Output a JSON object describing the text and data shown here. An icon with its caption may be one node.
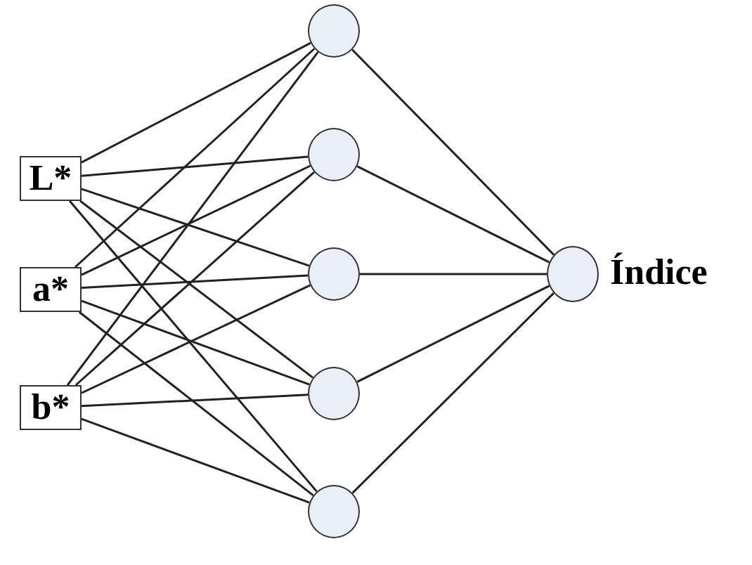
{
  "diagram": {
    "nodes": [
      {
        "text": [
          "L*"
        ]
      },
      {
        "text": [
          "a*"
        ]
      },
      {
        "text": [
          "b*"
        ]
      },
      {
        "text": [],
        "shape": "circle"
      },
      {
        "text": [],
        "shape": "circle"
      },
      {
        "text": [],
        "shape": "circle"
      },
      {
        "text": [],
        "shape": "circle"
      },
      {
        "text": [],
        "shape": "circle"
      },
      {
        "text": [],
        "shape": "circle",
        "beside": [
          "Índice"
        ]
      }
    ],
    "edges": [
      {
        "from": 0,
        "to": 3,
        "arrow": "none"
      },
      {
        "from": 0,
        "to": 4,
        "arrow": "none"
      },
      {
        "from": 0,
        "to": 5,
        "arrow": "none"
      },
      {
        "from": 0,
        "to": 6,
        "arrow": "none"
      },
      {
        "from": 0,
        "to": 7,
        "arrow": "none"
      },
      {
        "from": 1,
        "to": 3,
        "arrow": "none"
      },
      {
        "from": 1,
        "to": 4,
        "arrow": "none"
      },
      {
        "from": 1,
        "to": 5,
        "arrow": "none"
      },
      {
        "from": 1,
        "to": 6,
        "arrow": "none"
      },
      {
        "from": 1,
        "to": 7,
        "arrow": "none"
      },
      {
        "from": 2,
        "to": 3,
        "arrow": "none"
      },
      {
        "from": 2,
        "to": 4,
        "arrow": "none"
      },
      {
        "from": 2,
        "to": 5,
        "arrow": "none"
      },
      {
        "from": 2,
        "to": 6,
        "arrow": "none"
      },
      {
        "from": 2,
        "to": 7,
        "arrow": "none"
      },
      {
        "from": 3,
        "to": 8,
        "arrow": "none"
      },
      {
        "from": 4,
        "to": 8,
        "arrow": "none"
      },
      {
        "from": 5,
        "to": 8,
        "arrow": "none"
      },
      {
        "from": 6,
        "to": 8,
        "arrow": "none"
      },
      {
        "from": 7,
        "to": 8,
        "arrow": "none"
      }
    ]
  }
}
